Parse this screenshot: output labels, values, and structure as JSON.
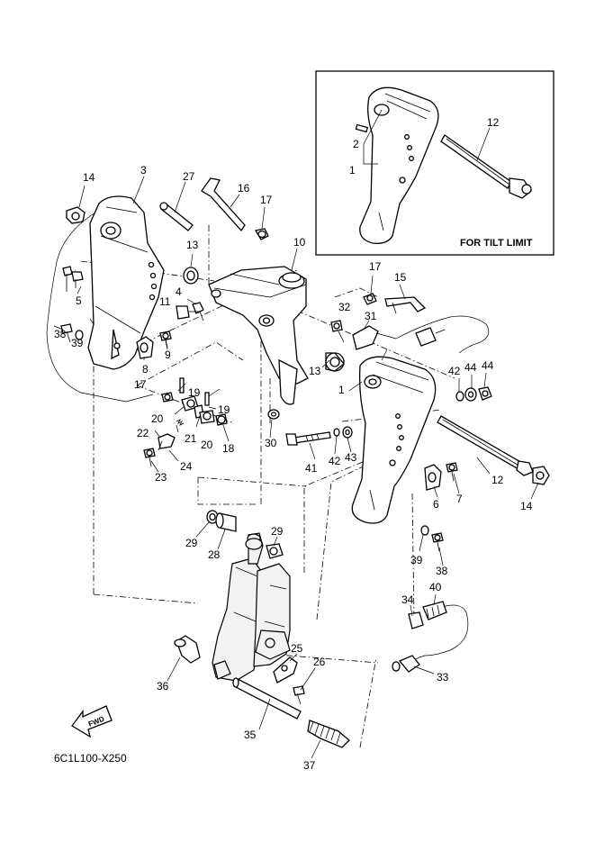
{
  "inset": {
    "label": "FOR TILT LIMIT"
  },
  "fwd": {
    "label": "FWD"
  },
  "diagram_code": "6C1L100-X250",
  "callouts": {
    "c1_inset": "1",
    "c2_inset": "2",
    "c12_inset": "12",
    "c14_top": "14",
    "c3": "3",
    "c27": "27",
    "c16": "16",
    "c17_top": "17",
    "c10": "10",
    "c13_top": "13",
    "c4": "4",
    "c11": "11",
    "c5": "5",
    "c9": "9",
    "c38_left": "38",
    "c39_left": "39",
    "c8": "8",
    "c17_right": "17",
    "c15": "15",
    "c32": "32",
    "c31": "31",
    "c13_mid": "13",
    "c42_right": "42",
    "c44_a": "44",
    "c44_b": "44",
    "c1_main": "1",
    "c19_a": "19",
    "c19_b": "19",
    "c17_left": "17",
    "c20_a": "20",
    "c20_b": "20",
    "c22": "22",
    "c21": "21",
    "c18": "18",
    "c30": "30",
    "c24": "24",
    "c23": "23",
    "c41": "41",
    "c42_mid": "42",
    "c43": "43",
    "c12_main": "12",
    "c6": "6",
    "c7": "7",
    "c14_bottom": "14",
    "c29_a": "29",
    "c28": "28",
    "c29_b": "29",
    "c39_right": "39",
    "c38_right": "38",
    "c40": "40",
    "c34": "34",
    "c33": "33",
    "c25": "25",
    "c26": "26",
    "c36": "36",
    "c35": "35",
    "c37": "37"
  }
}
